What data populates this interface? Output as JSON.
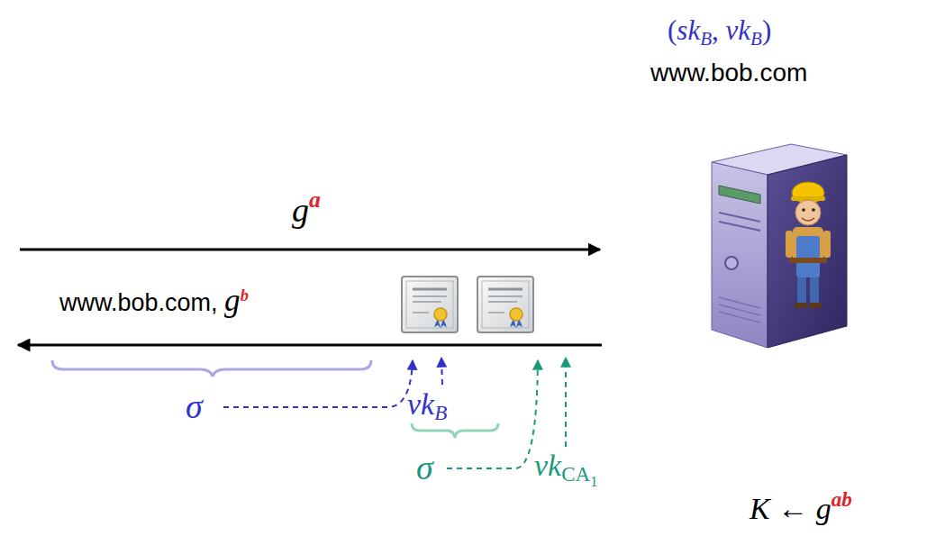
{
  "diagram": {
    "labels": [
      "(skB, vkB)",
      "www.bob.com",
      "ga",
      "www.bob.com, gb",
      "σ",
      "vkB",
      "σ",
      "vkCA1",
      "K ← gab"
    ]
  }
}
